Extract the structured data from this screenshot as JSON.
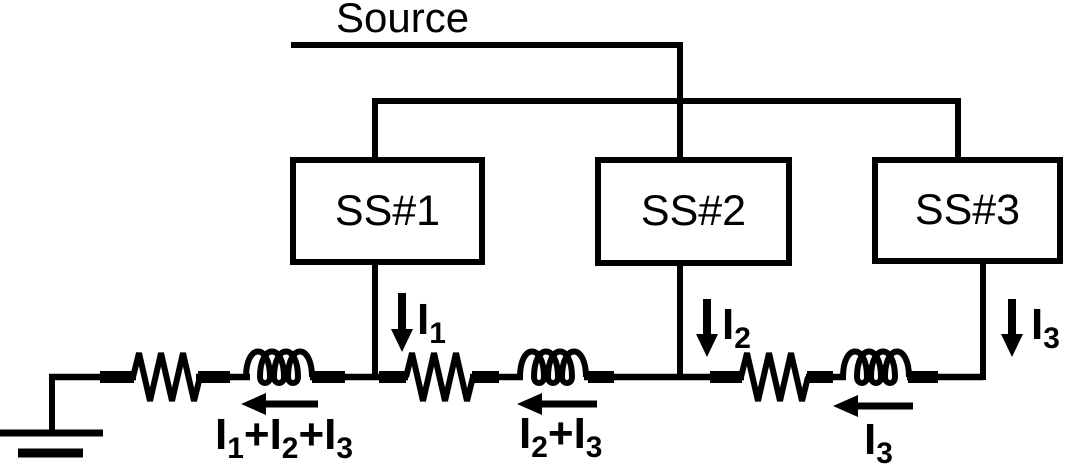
{
  "diagram": {
    "source_label": "Source",
    "substations": [
      {
        "label": "SS#1"
      },
      {
        "label": "SS#2"
      },
      {
        "label": "SS#3"
      }
    ],
    "feeder_currents": [
      {
        "parts": [
          {
            "t": "I"
          },
          {
            "s": "1"
          }
        ]
      },
      {
        "parts": [
          {
            "t": "I"
          },
          {
            "s": "2"
          }
        ]
      },
      {
        "parts": [
          {
            "t": "I"
          },
          {
            "s": "3"
          }
        ]
      }
    ],
    "rail_currents": [
      {
        "parts": [
          {
            "t": "I"
          },
          {
            "s": "1"
          },
          {
            "t": "+I"
          },
          {
            "s": "2"
          },
          {
            "t": "+I"
          },
          {
            "s": "3"
          }
        ]
      },
      {
        "parts": [
          {
            "t": "I"
          },
          {
            "s": "2"
          },
          {
            "t": "+I"
          },
          {
            "s": "3"
          }
        ]
      },
      {
        "parts": [
          {
            "t": "I"
          },
          {
            "s": "3"
          }
        ]
      }
    ],
    "colors": {
      "line": "#000000",
      "background": "#ffffff"
    }
  }
}
